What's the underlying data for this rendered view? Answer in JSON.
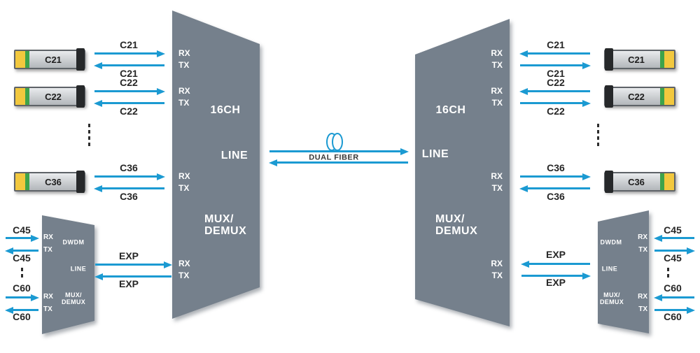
{
  "diagram": {
    "channels": {
      "c21": "C21",
      "c22": "C22",
      "c36": "C36",
      "c45": "C45",
      "c60": "C60"
    },
    "ports": {
      "rx": "RX",
      "tx": "TX"
    },
    "labels": {
      "ch16": "16CH",
      "line": "LINE",
      "mux": "MUX/",
      "demux": "DEMUX",
      "dwdm": "DWDM",
      "exp": "EXP",
      "dual_fiber": "DUAL FIBER"
    },
    "colors": {
      "arrow_blue": "#1b9ad2",
      "device_gray": "#75808c",
      "module_yellow": "#f2c83e",
      "module_green": "#3ea34a",
      "module_cap_black": "#26282a"
    }
  }
}
